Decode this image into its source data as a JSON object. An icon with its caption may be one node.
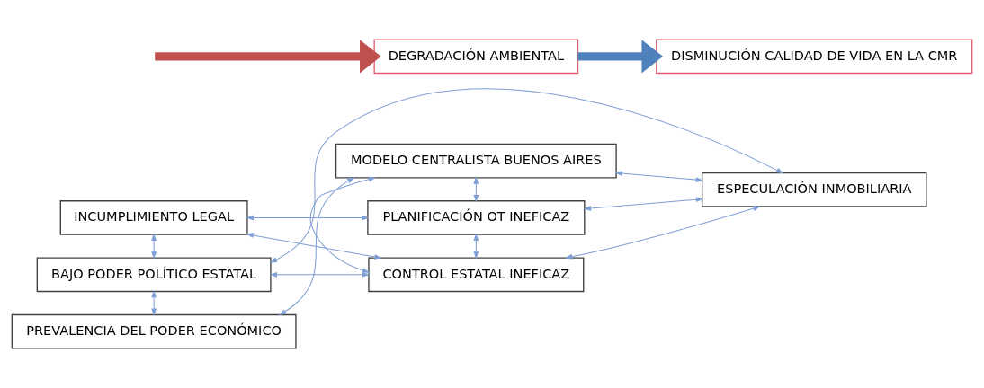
{
  "diagram": {
    "nodes": [
      {
        "text": [
          "INCUMPLIMIENTO LEGAL"
        ]
      },
      {
        "text": [
          "PLANIFICACIÓN OT INEFICAZ"
        ]
      },
      {
        "text": [
          "CONTROL ESTATAL INEFICAZ"
        ]
      },
      {
        "text": [
          "BAJO PODER POLÍTICO ESTATAL"
        ]
      },
      {
        "text": [
          "ESPECULACIÓN INMOBILIARIA"
        ]
      },
      {
        "text": [
          "PREVALENCIA DEL PODER ECONÓMICO"
        ]
      },
      {
        "text": [
          "MODELO CENTRALISTA BUENOS AIRES"
        ]
      },
      {
        "text": [
          "DEGRADACIÓN AMBIENTAL"
        ]
      },
      {
        "text": [
          "DISMINUCIÓN CALIDAD DE VIDA EN LA CMR"
        ]
      }
    ],
    "edges": [
      {
        "from": 0,
        "to": 1,
        "arrow": "both"
      },
      {
        "from": 0,
        "to": 2,
        "arrow": "both"
      },
      {
        "from": 0,
        "to": 3,
        "arrow": "both"
      },
      {
        "from": 3,
        "to": 2,
        "arrow": "both"
      },
      {
        "from": 1,
        "to": 2,
        "arrow": "both"
      },
      {
        "from": 3,
        "to": 4,
        "arrow": "both"
      },
      {
        "from": 3,
        "to": 5,
        "arrow": "both"
      },
      {
        "from": 5,
        "to": 6,
        "arrow": "both"
      },
      {
        "from": 6,
        "to": 2,
        "arrow": "both"
      },
      {
        "from": 6,
        "to": 1,
        "arrow": "both"
      },
      {
        "from": 6,
        "to": 4,
        "arrow": "both"
      },
      {
        "from": 4,
        "to": 2,
        "arrow": "both"
      },
      {
        "from": 4,
        "to": 1,
        "arrow": "both"
      },
      {
        "from": null,
        "to": 7,
        "arrow": "to",
        "style": "thick",
        "color": "#c0504d"
      },
      {
        "from": 7,
        "to": 8,
        "arrow": "to",
        "style": "thick",
        "color": "#4f81bd"
      }
    ]
  }
}
